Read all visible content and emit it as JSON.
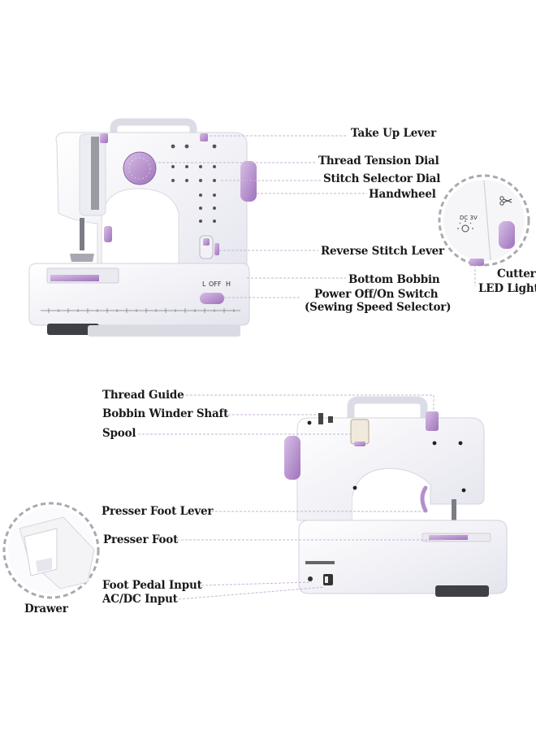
{
  "diagram": {
    "front_labels": {
      "take_up_lever": "Take Up Lever",
      "thread_tension_dial": "Thread Tension Dial",
      "stitch_selector_dial": "Stitch Selector Dial",
      "handwheel": "Handwheel",
      "reverse_stitch_lever": "Reverse Stitch Lever",
      "bottom_bobbin": "Bottom Bobbin",
      "power_switch_line1": "Power Off/On Switch",
      "power_switch_line2": "(Sewing Speed Selector)"
    },
    "inset_labels": {
      "cutter": "Cutter",
      "led_light": "LED Light",
      "dc_marking": "DC 3V"
    },
    "back_labels": {
      "thread_guide": "Thread Guide",
      "bobbin_winder_shaft": "Bobbin Winder Shaft",
      "spool": "Spool",
      "presser_foot_lever": "Presser Foot Lever",
      "presser_foot": "Presser Foot",
      "foot_pedal_input": "Foot Pedal Input",
      "ac_dc_input": "AC/DC Input"
    },
    "drawer_label": "Drawer",
    "switch_marks": {
      "low": "L",
      "off": "OFF",
      "high": "H"
    },
    "colors": {
      "accent": "#b58fcb",
      "accent_dark": "#8e63a8",
      "body": "#f4f4f8",
      "leader": "#c9b3d6"
    }
  }
}
